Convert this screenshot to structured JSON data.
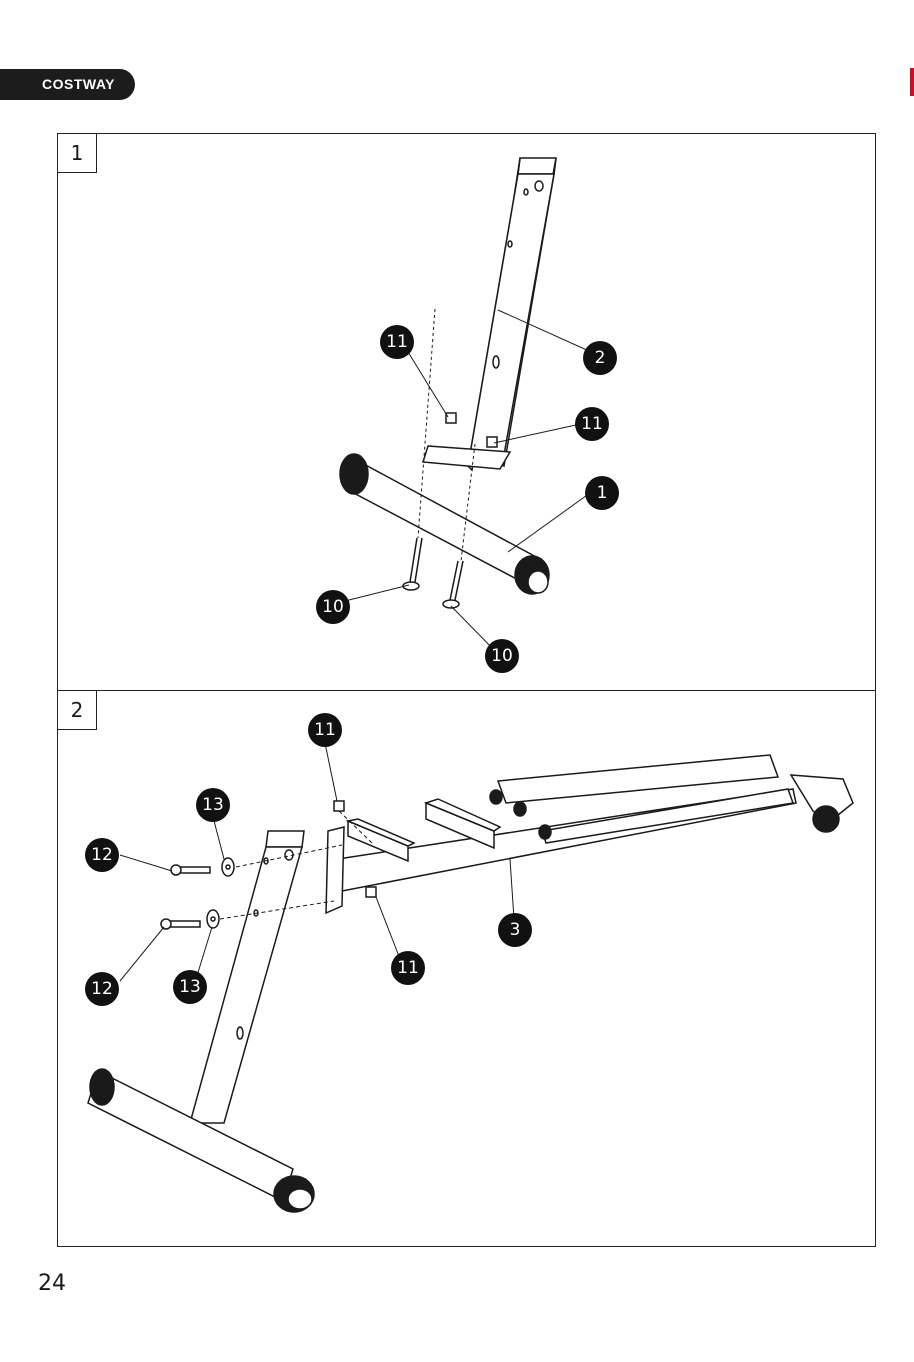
{
  "brand": {
    "name": "COSTWAY"
  },
  "steps": [
    {
      "number": "1",
      "callouts": [
        "11",
        "2",
        "11",
        "1",
        "10",
        "10"
      ]
    },
    {
      "number": "2",
      "callouts": [
        "11",
        "13",
        "12",
        "3",
        "11",
        "12",
        "13"
      ]
    }
  ],
  "page_number": "24",
  "colors": {
    "callout_bg": "#111111",
    "line": "#1a1a1a",
    "accent_mark": "#c8102e"
  }
}
